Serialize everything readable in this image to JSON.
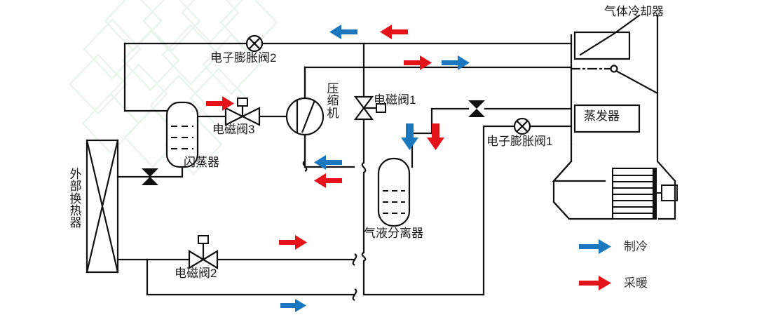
{
  "diagram": {
    "title": "CO2 heat pump refrigerant circuit schematic",
    "colors": {
      "line": "#111111",
      "cooling_arrow": "#1B78BE",
      "heating_arrow": "#E4131A",
      "watermark": "#dff0e0"
    }
  },
  "components": {
    "eev2": "电子膨胀阀2",
    "eev1": "电子膨胀阀1",
    "solenoid1": "电磁阀1",
    "solenoid2": "电磁阀2",
    "solenoid3": "电磁阀3",
    "compressor": "压缩机",
    "flash_tank": "闪蒸器",
    "gas_liquid_separator": "气液分离器",
    "external_heat_exchanger": "外部换热器",
    "gas_cooler": "气体冷却器",
    "evaporator": "蒸发器"
  },
  "legend": {
    "items": [
      {
        "label": "制冷",
        "color": "#1B78BE",
        "icon": "right-arrow-icon"
      },
      {
        "label": "采暖",
        "color": "#E4131A",
        "icon": "right-arrow-icon"
      }
    ]
  },
  "flow_arrows": [
    {
      "id": "a1",
      "dir": "left",
      "mode": "制冷",
      "color": "#1B78BE"
    },
    {
      "id": "a2",
      "dir": "left",
      "mode": "采暖",
      "color": "#E4131A"
    },
    {
      "id": "a3",
      "dir": "right",
      "mode": "采暖",
      "color": "#E4131A"
    },
    {
      "id": "a4",
      "dir": "right",
      "mode": "制冷",
      "color": "#1B78BE"
    },
    {
      "id": "a5",
      "dir": "right",
      "mode": "采暖",
      "color": "#E4131A"
    },
    {
      "id": "a6",
      "dir": "down",
      "mode": "制冷",
      "color": "#1B78BE"
    },
    {
      "id": "a7",
      "dir": "down",
      "mode": "采暖",
      "color": "#E4131A"
    },
    {
      "id": "a8",
      "dir": "left",
      "mode": "制冷",
      "color": "#1B78BE"
    },
    {
      "id": "a9",
      "dir": "left",
      "mode": "采暖",
      "color": "#E4131A"
    },
    {
      "id": "a10",
      "dir": "right",
      "mode": "采暖",
      "color": "#E4131A"
    },
    {
      "id": "a11",
      "dir": "right",
      "mode": "制冷",
      "color": "#1B78BE"
    }
  ]
}
